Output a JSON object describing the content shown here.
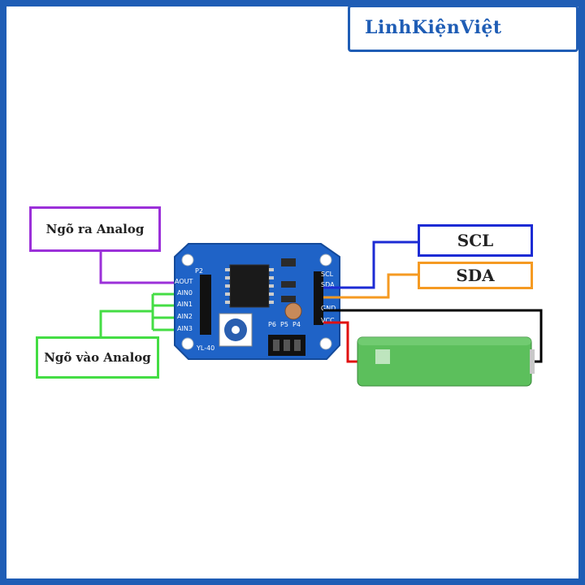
{
  "brand": {
    "name": "LinhKiệnViệt"
  },
  "labels": {
    "analog_out": "Ngõ ra Analog",
    "analog_in": "Ngõ vào Analog",
    "scl": "SCL",
    "sda": "SDA"
  },
  "board": {
    "left_pins": [
      "AOUT",
      "AIN0",
      "AIN1",
      "AIN2",
      "AIN3"
    ],
    "right_pins": [
      "SCL",
      "SDA",
      "GND",
      "VCC"
    ],
    "header_labels": [
      "P6",
      "P5",
      "P4"
    ],
    "model": "YL-40",
    "header_p2": "P2"
  },
  "colors": {
    "frame": "#1f5db5",
    "board": "#1f63c7",
    "analog_out": "#9b30d9",
    "analog_in": "#44dd44",
    "scl": "#1c2bd4",
    "sda": "#f59a22",
    "gnd": "#000000",
    "vcc": "#e01010",
    "battery": "#5cbf5c"
  }
}
